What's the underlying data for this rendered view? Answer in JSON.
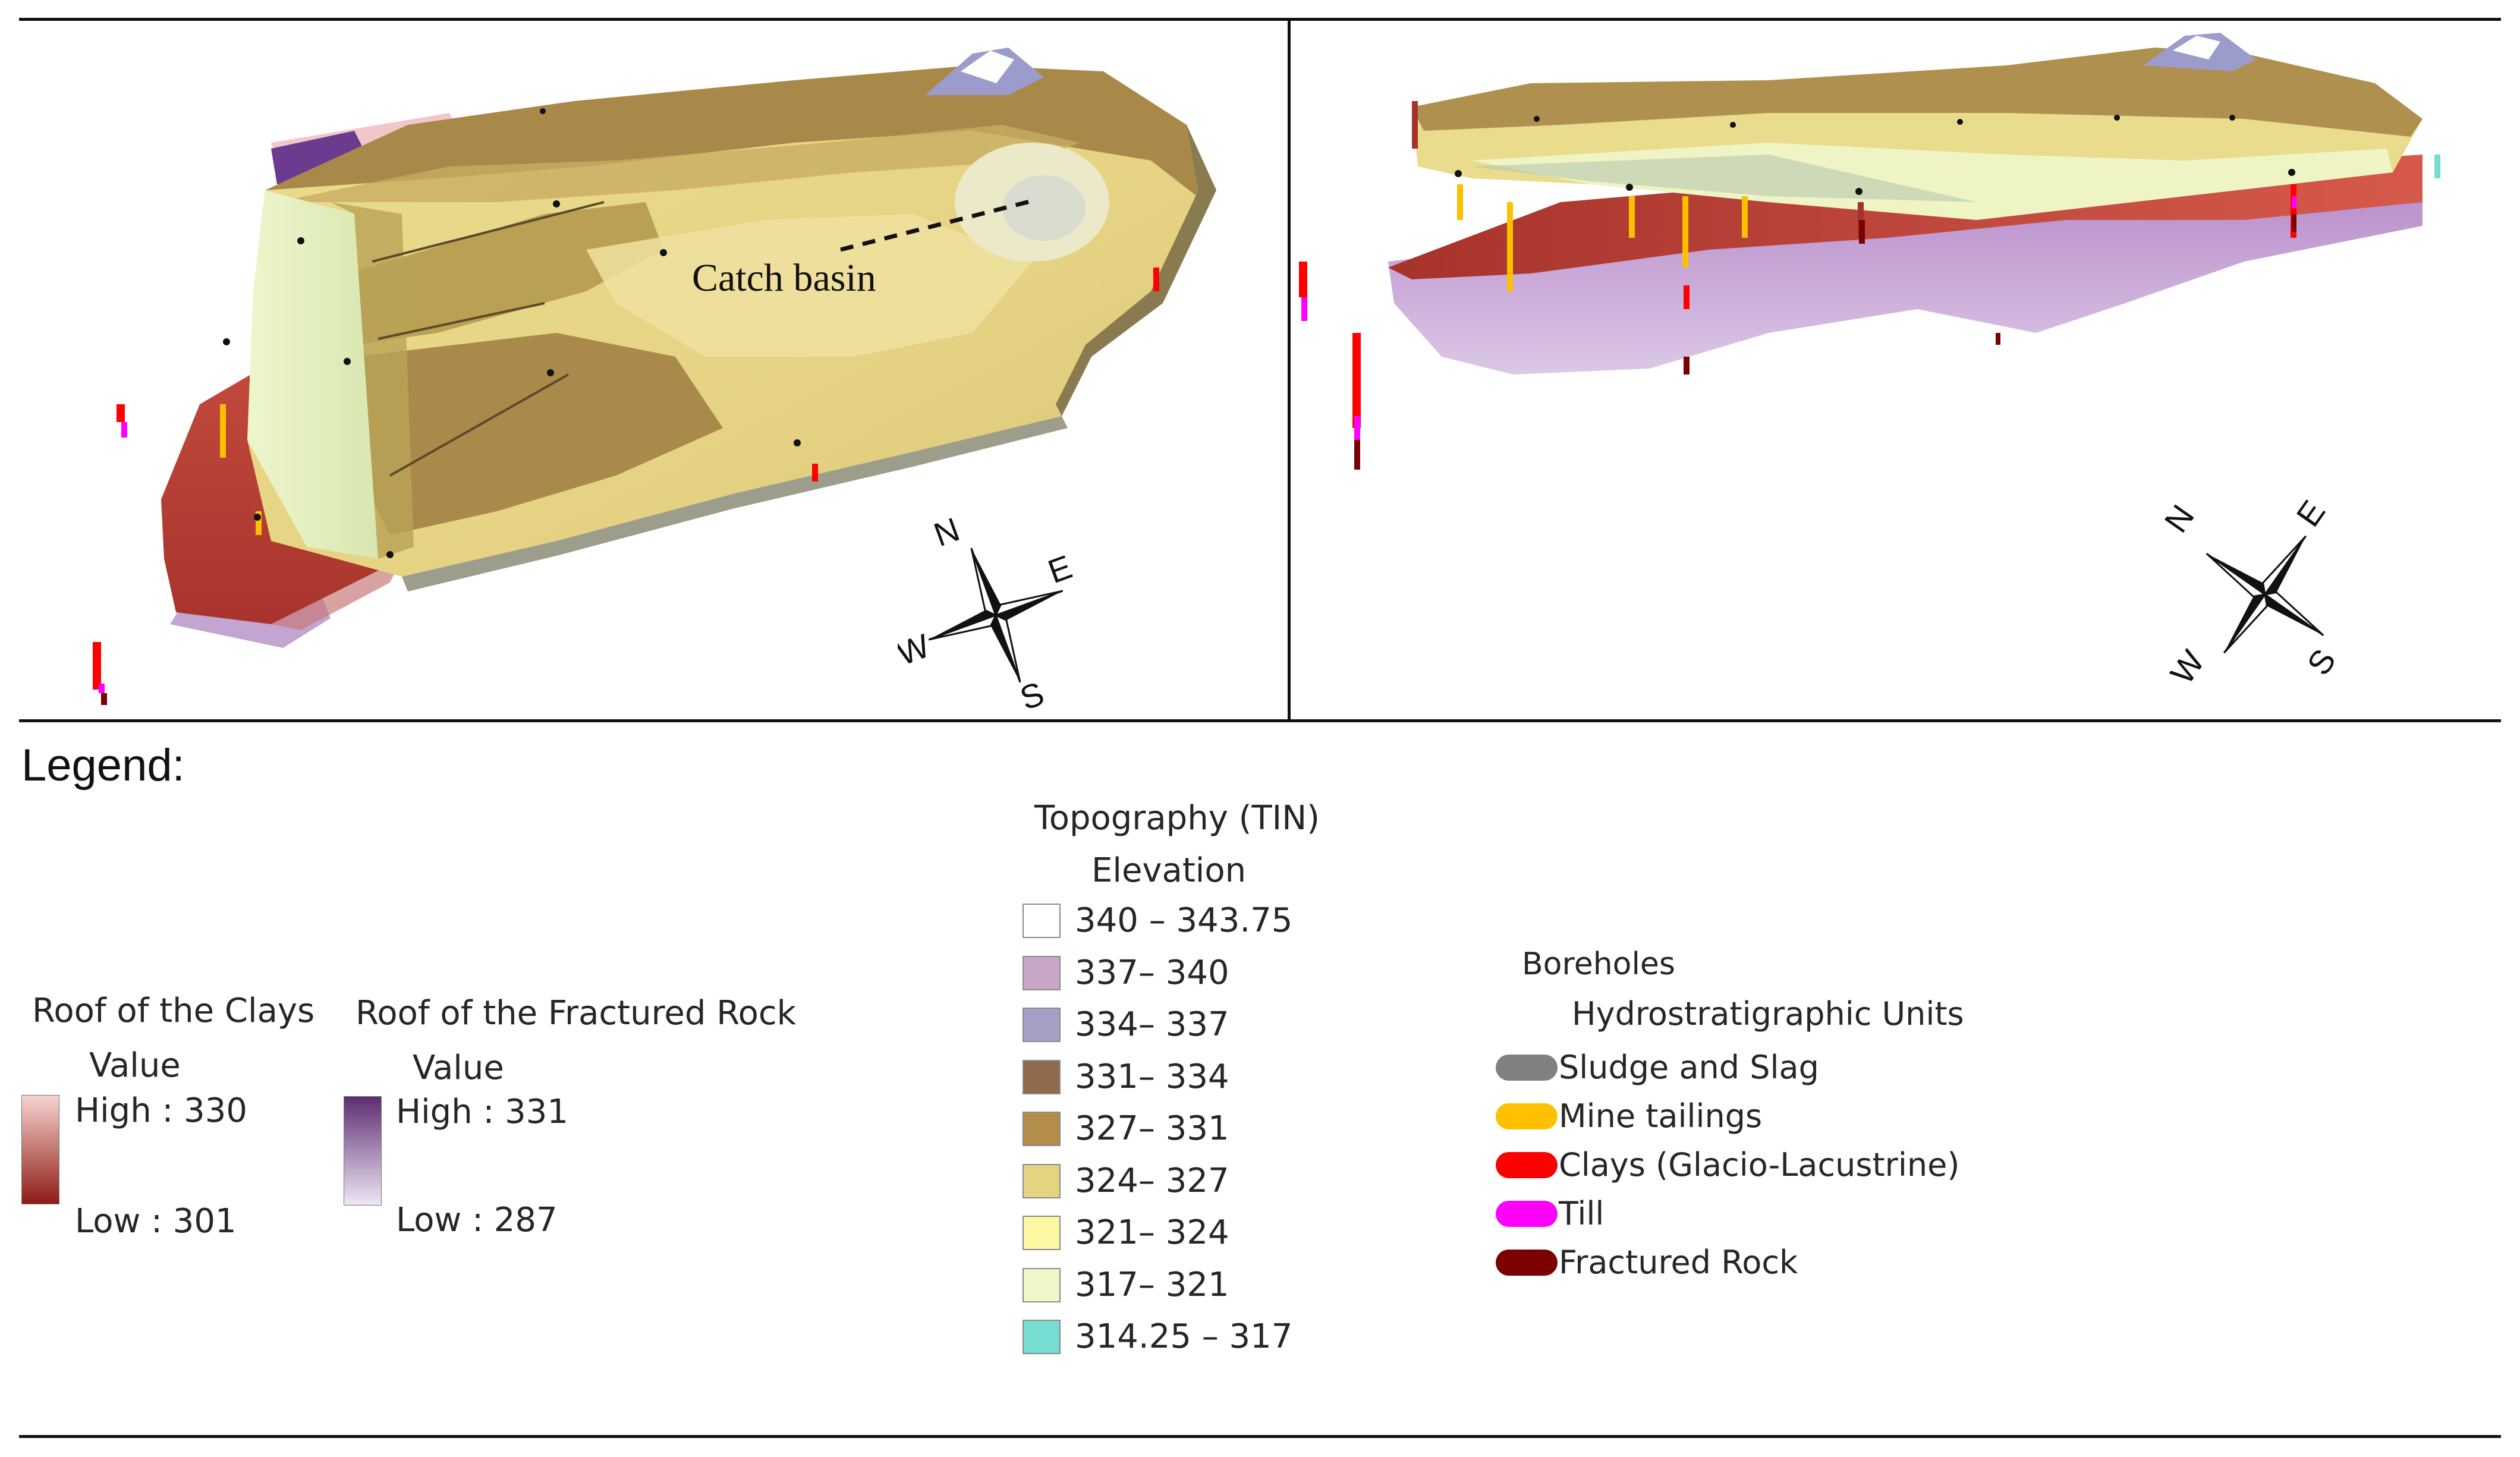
{
  "annotation": {
    "catch_basin": "Catch basin"
  },
  "compass_left": {
    "n": "N",
    "e": "E",
    "s": "S",
    "w": "W"
  },
  "compass_right": {
    "n": "N",
    "e": "E",
    "s": "S",
    "w": "W"
  },
  "legend": {
    "heading": "Legend:",
    "clays_roof": {
      "title": "Roof of the Clays",
      "subtitle": "Value",
      "high": "High : 330",
      "low": "Low : 301",
      "colors": [
        "#f6d4d0",
        "#8e1b16"
      ]
    },
    "rock_roof": {
      "title": "Roof of the Fractured Rock",
      "subtitle": "Value",
      "high": "High : 331",
      "low": "Low : 287",
      "colors": [
        "#5c2d73",
        "#efe6f4"
      ]
    },
    "topography": {
      "title": "Topography (TIN)",
      "subtitle": "Elevation",
      "classes": [
        {
          "label": "340 – 343.75",
          "color": "#ffffff"
        },
        {
          "label": "337– 340",
          "color": "#c8a6c8"
        },
        {
          "label": "334– 337",
          "color": "#a49fc4"
        },
        {
          "label": "331– 334",
          "color": "#8f6a4c"
        },
        {
          "label": "327– 331",
          "color": "#b48d4a"
        },
        {
          "label": "324– 327",
          "color": "#e4d381"
        },
        {
          "label": "321– 324",
          "color": "#fbf8a4"
        },
        {
          "label": "317– 321",
          "color": "#eff7c8"
        },
        {
          "label": "314.25 – 317",
          "color": "#77dcd1"
        }
      ]
    },
    "boreholes": {
      "title": "Boreholes",
      "subtitle": "Hydrostratigraphic Units",
      "units": [
        {
          "label": "Sludge and Slag",
          "color": "#808080"
        },
        {
          "label": "Mine tailings",
          "color": "#ffc000"
        },
        {
          "label": "Clays (Glacio-Lacustrine)",
          "color": "#ff0000"
        },
        {
          "label": "Till",
          "color": "#ff00ff"
        },
        {
          "label": "Fractured Rock",
          "color": "#7b0000"
        }
      ]
    }
  }
}
